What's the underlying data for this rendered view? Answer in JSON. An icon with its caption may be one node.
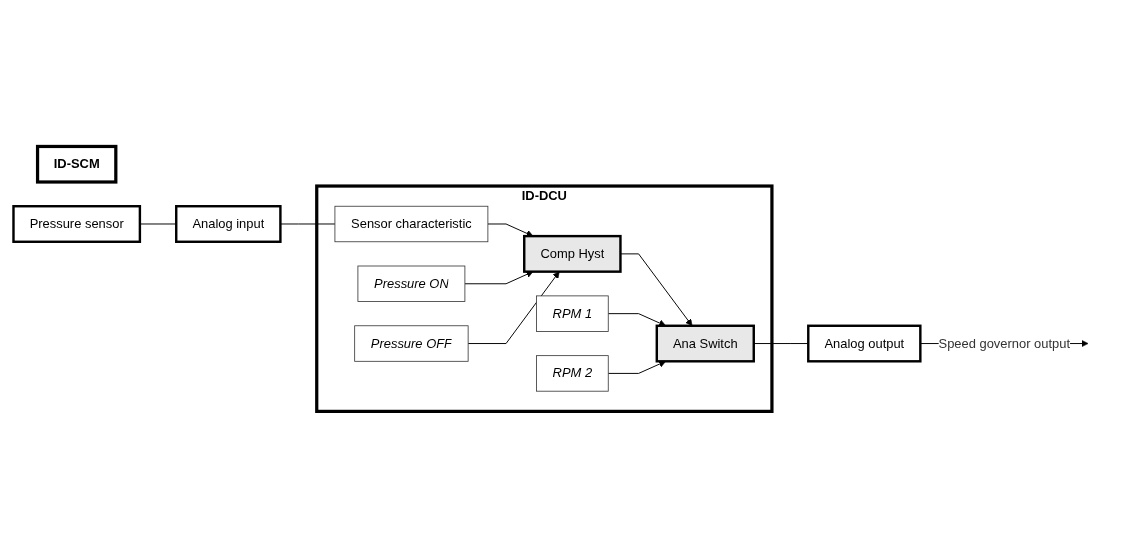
{
  "diagram": {
    "nodes": [
      {
        "text": [
          "ID-DCU"
        ]
      },
      {
        "text": [
          "ID-SCM"
        ]
      },
      {
        "text": [
          "Pressure sensor"
        ]
      },
      {
        "text": [
          "Analog input"
        ]
      },
      {
        "text": [
          "Sensor characteristic"
        ],
        "in": 0
      },
      {
        "text": [
          "Pressure ON"
        ],
        "in": 0
      },
      {
        "text": [
          "Pressure OFF"
        ],
        "in": 0
      },
      {
        "text": [
          "Comp Hyst"
        ],
        "in": 0
      },
      {
        "text": [
          "RPM 1"
        ],
        "in": 0
      },
      {
        "text": [
          "RPM 2"
        ],
        "in": 0
      },
      {
        "text": [
          "Ana Switch"
        ],
        "in": 0
      },
      {
        "text": [
          "Analog output"
        ]
      }
    ],
    "edges": [
      {
        "from": 2,
        "to": 3,
        "arrow": "none"
      },
      {
        "from": 3,
        "to": 4,
        "arrow": "none"
      },
      {
        "from": 4,
        "to": 7,
        "arrow": "to"
      },
      {
        "from": 5,
        "to": 7,
        "arrow": "to"
      },
      {
        "from": 6,
        "to": 7,
        "arrow": "to"
      },
      {
        "from": 7,
        "to": 10,
        "arrow": "to"
      },
      {
        "from": 8,
        "to": 10,
        "arrow": "to"
      },
      {
        "from": 9,
        "to": 10,
        "arrow": "to"
      },
      {
        "from": 10,
        "to": 11,
        "arrow": "none"
      },
      {
        "from": 11,
        "to": null,
        "arrow": "to",
        "label": "Speed governor output"
      }
    ]
  }
}
